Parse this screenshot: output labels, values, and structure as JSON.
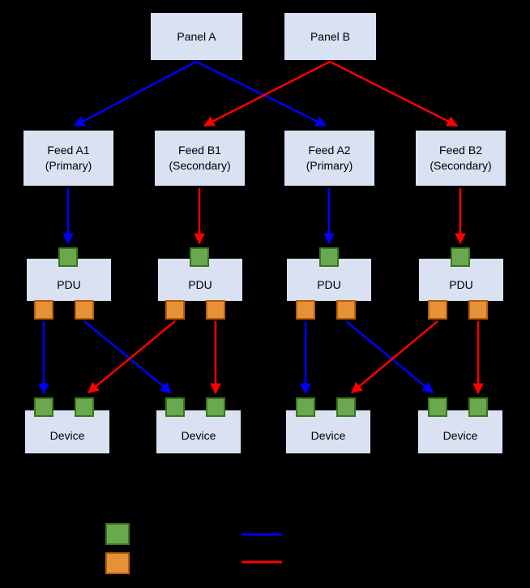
{
  "diagram": {
    "panels": [
      {
        "label": "Panel A"
      },
      {
        "label": "Panel B"
      }
    ],
    "feeds": [
      {
        "name": "Feed A1",
        "role": "(Primary)"
      },
      {
        "name": "Feed B1",
        "role": "(Secondary)"
      },
      {
        "name": "Feed A2",
        "role": "(Primary)"
      },
      {
        "name": "Feed B2",
        "role": "(Secondary)"
      }
    ],
    "pdus": [
      {
        "label": "PDU"
      },
      {
        "label": "PDU"
      },
      {
        "label": "PDU"
      },
      {
        "label": "PDU"
      }
    ],
    "devices": [
      {
        "label": "Device"
      },
      {
        "label": "Device"
      },
      {
        "label": "Device"
      },
      {
        "label": "Device"
      }
    ]
  },
  "colors": {
    "background": "#000000",
    "box_fill": "#d9e1f3",
    "power_input_green": "#6aa84f",
    "power_output_orange": "#e69138",
    "primary_path_blue": "#0000ff",
    "secondary_path_red": "#ff0000"
  }
}
